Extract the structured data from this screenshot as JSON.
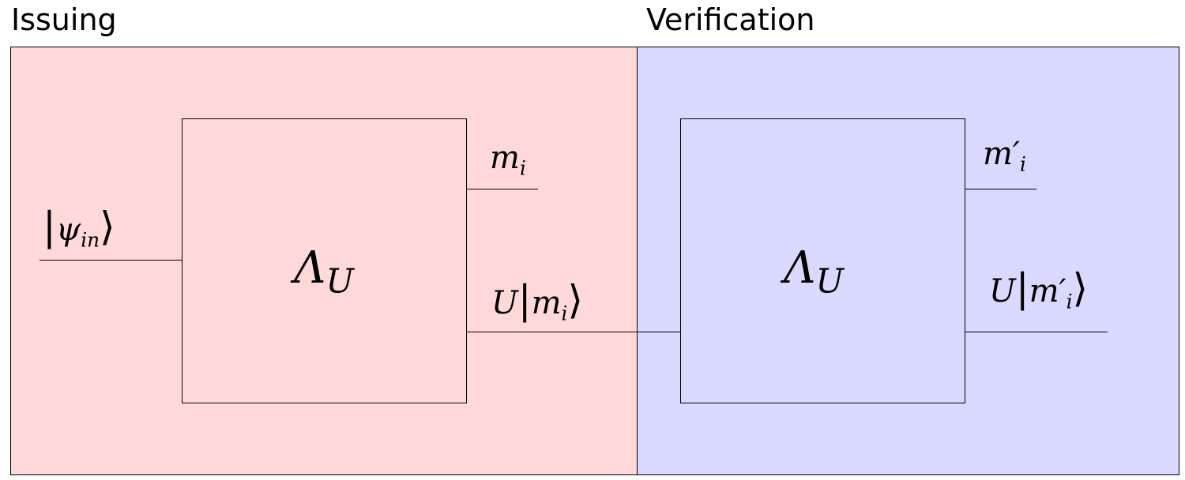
{
  "sections": {
    "issuing_title": "Issuing",
    "verification_title": "Verification"
  },
  "issuing": {
    "operator": {
      "main": "Λ",
      "sub": "U"
    },
    "input": {
      "bra": "|",
      "psi": "ψ",
      "sub": "in",
      "ket": "⟩"
    },
    "output_classical": {
      "m": "m",
      "sub": "i"
    },
    "output_quantum": {
      "U": "U",
      "bar": "|",
      "m": "m",
      "sub": "i",
      "ket": "⟩"
    }
  },
  "verification": {
    "operator": {
      "main": "Λ",
      "sub": "U"
    },
    "output_classical": {
      "m": "m′",
      "sub": "i"
    },
    "output_quantum": {
      "U": "U",
      "bar": "|",
      "m": "m′",
      "sub": "i",
      "ket": "⟩"
    }
  },
  "colors": {
    "issuing_bg": "#ffd9d9",
    "verification_bg": "#d9d9ff",
    "line": "#000000"
  }
}
